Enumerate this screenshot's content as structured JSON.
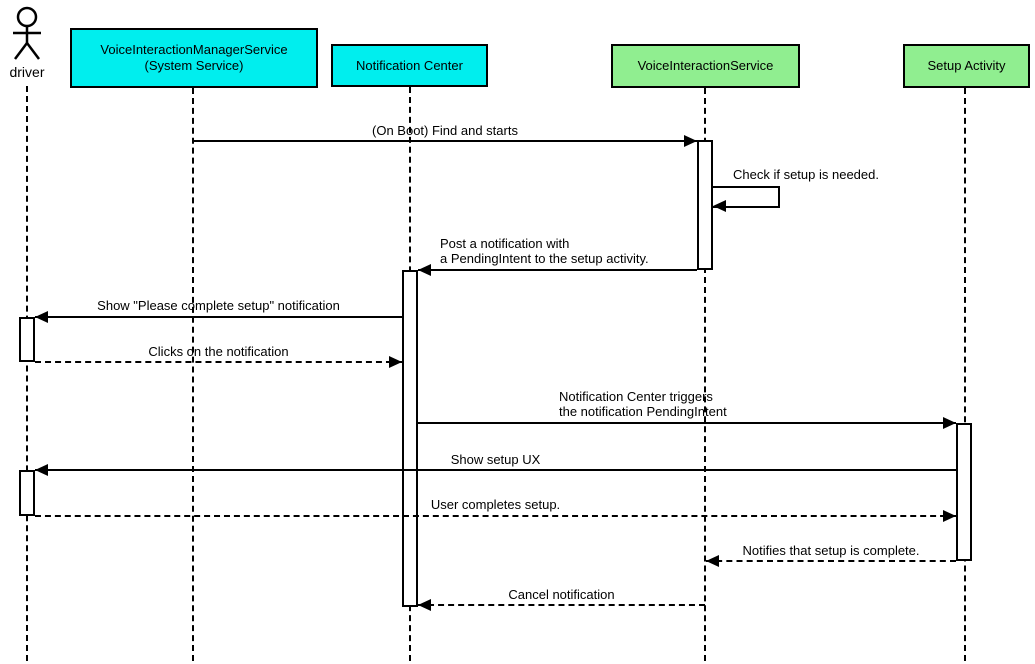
{
  "colors": {
    "cyan": "#00EEEE",
    "green": "#90EE90",
    "bar_fill": "#FFFFFF",
    "line": "#000000",
    "background": "#FFFFFF"
  },
  "participants": [
    {
      "id": "driver",
      "kind": "actor",
      "label": "driver"
    },
    {
      "id": "voice-interaction-manager-service",
      "kind": "participant",
      "label": "VoiceInteractionManagerService\n(System Service)",
      "fill": "cyan"
    },
    {
      "id": "notification-center",
      "kind": "participant",
      "label": "Notification Center",
      "fill": "cyan"
    },
    {
      "id": "voice-interaction-service",
      "kind": "participant",
      "label": "VoiceInteractionService",
      "fill": "green"
    },
    {
      "id": "setup-activity",
      "kind": "participant",
      "label": "Setup Activity",
      "fill": "green"
    }
  ],
  "messages": [
    {
      "from": "VoiceInteractionManagerService",
      "to": "VoiceInteractionService",
      "style": "solid",
      "label": "(On Boot) Find and starts"
    },
    {
      "from": "VoiceInteractionService",
      "to": "VoiceInteractionService",
      "style": "self",
      "label": "Check if setup is needed."
    },
    {
      "from": "VoiceInteractionService",
      "to": "Notification Center",
      "style": "solid",
      "label": "Post a notification with\na PendingIntent to the setup activity."
    },
    {
      "from": "Notification Center",
      "to": "driver",
      "style": "solid",
      "label": "Show \"Please complete setup\" notification"
    },
    {
      "from": "driver",
      "to": "Notification Center",
      "style": "dashed",
      "label": "Clicks on the notification"
    },
    {
      "from": "Notification Center",
      "to": "Setup Activity",
      "style": "solid",
      "label": "Notification Center triggers\nthe notification PendingIntent"
    },
    {
      "from": "Setup Activity",
      "to": "driver",
      "style": "solid",
      "label": "Show setup UX"
    },
    {
      "from": "driver",
      "to": "Setup Activity",
      "style": "dashed",
      "label": "User completes setup."
    },
    {
      "from": "Setup Activity",
      "to": "VoiceInteractionService",
      "style": "dashed",
      "label": "Notifies that setup is complete."
    },
    {
      "from": "VoiceInteractionService",
      "to": "Notification Center",
      "style": "dashed",
      "label": "Cancel notification"
    }
  ]
}
